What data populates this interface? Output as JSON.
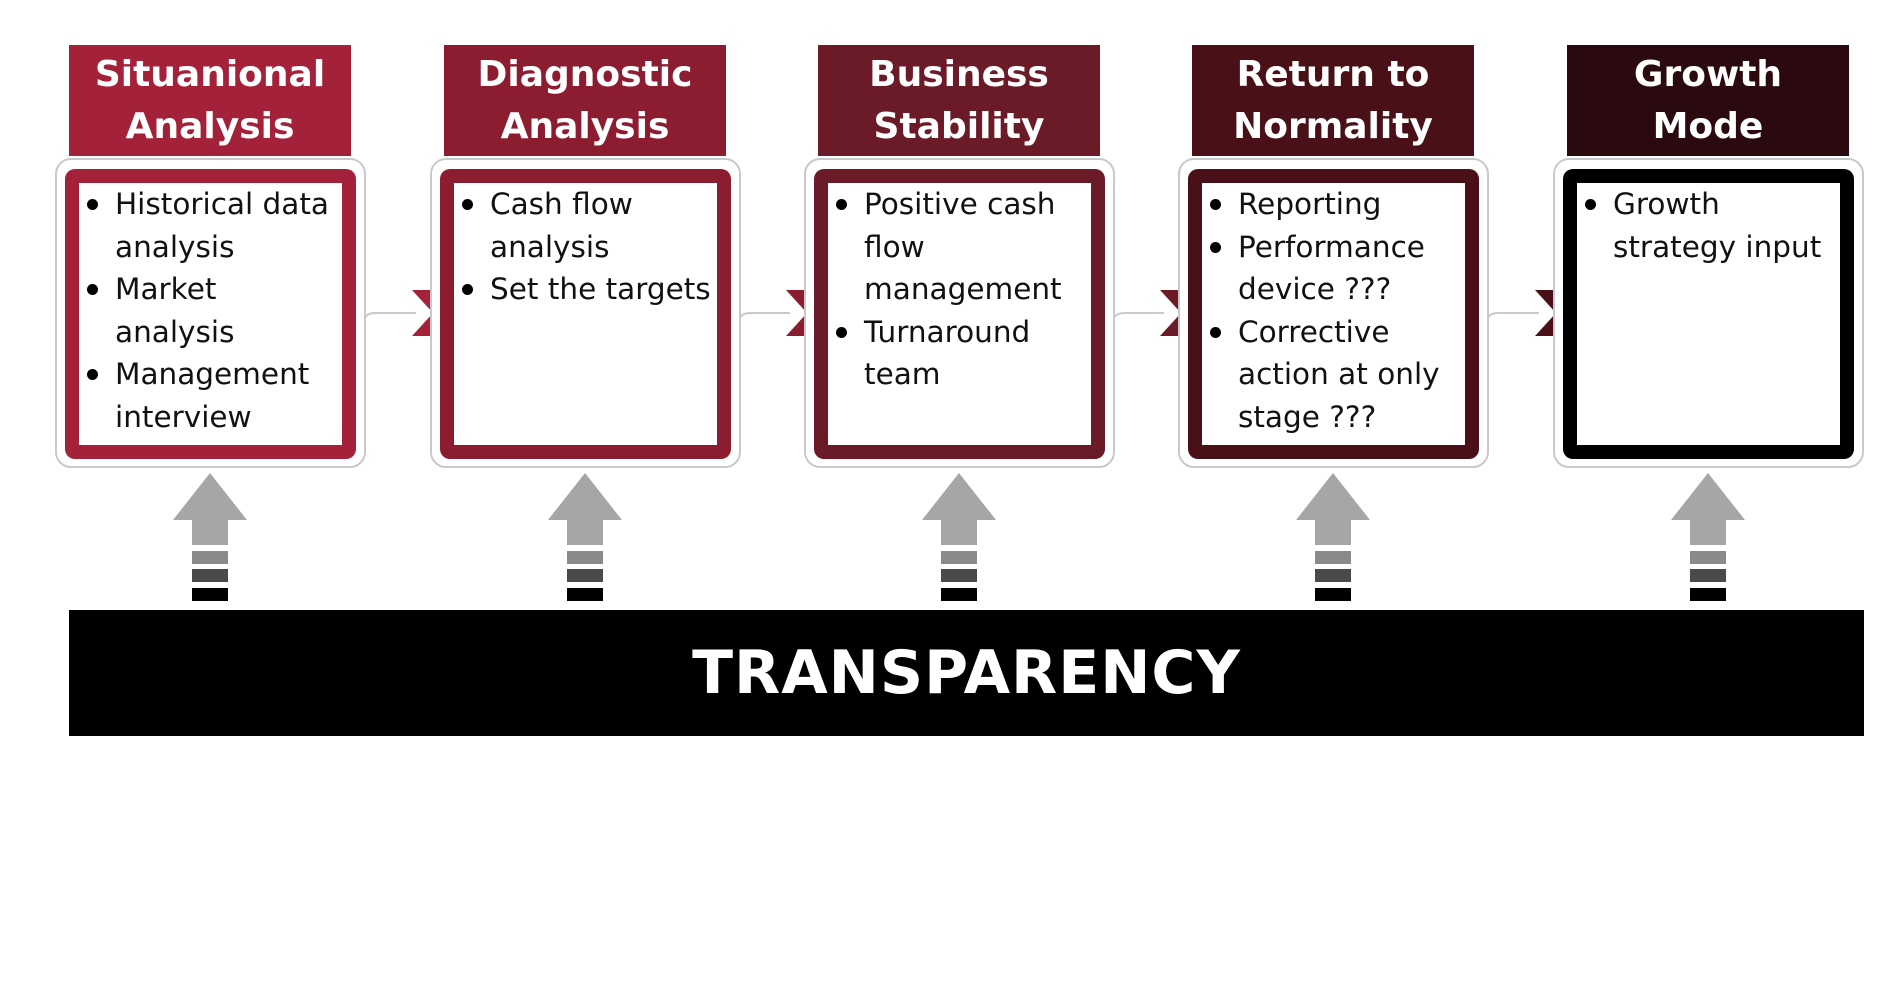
{
  "stages": [
    {
      "title": "Situanional\nAnalysis",
      "color": "#a3223a",
      "bullets": [
        "Historical data\nanalysis",
        "Market\nanalysis",
        "Management\ninterview"
      ]
    },
    {
      "title": "Diagnostic\nAnalysis",
      "color": "#8c1d31",
      "bullets": [
        "Cash flow\nanalysis",
        "Set the targets"
      ]
    },
    {
      "title": "Business\nStability",
      "color": "#6b1a27",
      "bullets": [
        "Positive cash\nflow\nmanagement",
        "Turnaround\nteam"
      ]
    },
    {
      "title": "Return to\nNormality",
      "color": "#4a1018",
      "bullets": [
        "Reporting",
        "Performance\ndevice ???",
        "Corrective\naction at only\nstage ???"
      ]
    },
    {
      "title": "Growth\nMode",
      "color": "#2a0a0e",
      "bullets": [
        "Growth\nstrategy input"
      ]
    }
  ],
  "foundation": {
    "label": "TRANSPARENCY",
    "color": "#000000"
  },
  "colors": {
    "connector": "#c9c9c9",
    "up_arrow": "#a6a6a6",
    "inner_frame_last": "#000000"
  },
  "icons": {
    "chevron": "chevron-right-icon",
    "up_arrow": "up-arrow-icon"
  }
}
